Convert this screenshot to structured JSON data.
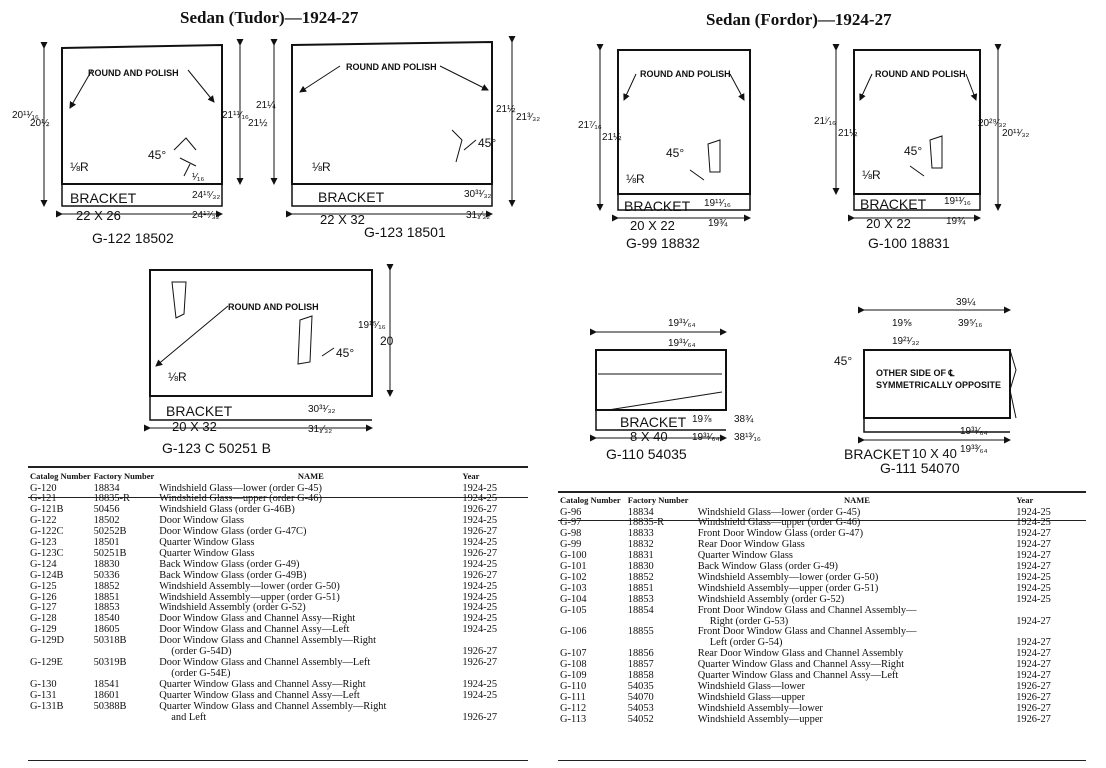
{
  "left_section": {
    "title": "Sedan (Tudor)—1924-27",
    "diagrams": [
      {
        "part_label": "G-122   18502",
        "size": "22 X 26",
        "bracket": "BRACKET",
        "dims": [
          "20¹¹⁄₁₆",
          "20½",
          "21¹¹⁄₁₆",
          "21½",
          "24¹⁵⁄₃₂",
          "24¹⁷⁄₃₂"
        ]
      },
      {
        "part_label": "G-123   18501",
        "size": "22 X 32",
        "bracket": "BRACKET",
        "dims": [
          "21¼",
          "21½",
          "21³⁄₃₂",
          "30³¹⁄₃₂",
          "31₁⁄₃₂"
        ]
      },
      {
        "part_label": "G-123 C   50251 B",
        "size": "20 X 32",
        "bracket": "BRACKET",
        "dims": [
          "19¹⁵⁄₁₆",
          "20",
          "30³¹⁄₃₂",
          "31₁⁄₃₂"
        ]
      }
    ],
    "table": {
      "headers": {
        "catalog": "Catalog Number",
        "factory": "Factory Number",
        "name": "NAME",
        "year": "Year"
      },
      "rows": [
        [
          "G-120",
          "18834",
          "Windshield Glass—lower (order G-45)",
          "1924-25"
        ],
        [
          "G-121",
          "18835-R",
          "Windshield Glass—upper (order G-46)",
          "1924-25"
        ],
        [
          "G-121B",
          "50456",
          "Windshield Glass (order G-46B)",
          "1926-27"
        ],
        [
          "G-122",
          "18502",
          "Door Window Glass",
          "1924-25"
        ],
        [
          "G-122C",
          "50252B",
          "Door Window Glass (order G-47C)",
          "1926-27"
        ],
        [
          "G-123",
          "18501",
          "Quarter Window Glass",
          "1924-25"
        ],
        [
          "G-123C",
          "50251B",
          "Quarter Window Glass",
          "1926-27"
        ],
        [
          "G-124",
          "18830",
          "Back Window Glass (order G-49)",
          "1924-25"
        ],
        [
          "G-124B",
          "50336",
          "Back Window Glass (order G-49B)",
          "1926-27"
        ],
        [
          "G-125",
          "18852",
          "Windshield Assembly—lower (order G-50)",
          "1924-25"
        ],
        [
          "G-126",
          "18851",
          "Windshield Assembly—upper (order G-51)",
          "1924-25"
        ],
        [
          "G-127",
          "18853",
          "Windshield Assembly (order G-52)",
          "1924-25"
        ],
        [
          "G-128",
          "18540",
          "Door Window Glass and Channel Assy—Right",
          "1924-25"
        ],
        [
          "G-129",
          "18605",
          "Door Window Glass and Channel Assy—Left",
          "1924-25"
        ],
        [
          "G-129D",
          "50318B",
          "Door Window Glass and Channel Assembly—Right",
          ""
        ],
        [
          "",
          "",
          "(order G-54D)",
          "1926-27"
        ],
        [
          "G-129E",
          "50319B",
          "Door Window Glass and Channel Assembly—Left",
          "1926-27"
        ],
        [
          "",
          "",
          "(order G-54E)",
          ""
        ],
        [
          "G-130",
          "18541",
          "Quarter Window Glass and Channel Assy—Right",
          "1924-25"
        ],
        [
          "G-131",
          "18601",
          "Quarter Window Glass and Channel Assy—Left",
          "1924-25"
        ],
        [
          "G-131B",
          "50388B",
          "Quarter Window Glass and Channel Assembly—Right",
          ""
        ],
        [
          "",
          "",
          "and Left",
          "1926-27"
        ]
      ]
    }
  },
  "right_section": {
    "title": "Sedan (Fordor)—1924-27",
    "diagrams": [
      {
        "part_label": "G-99   18832",
        "size": "20 X 22",
        "bracket": "BRACKET",
        "dims": [
          "21⁷⁄₁₆",
          "21½",
          "19¹¹⁄₁₆",
          "19¾"
        ]
      },
      {
        "part_label": "G-100   18831",
        "size": "20 X 22",
        "bracket": "BRACKET",
        "dims": [
          "21ⁱ⁄₁₆",
          "21½",
          "20²⁹⁄₃₂",
          "20¹¹⁄₃₂",
          "19¹¹⁄₁₆",
          "19¾"
        ]
      },
      {
        "part_label": "G-110   54035",
        "size": "8 X 40",
        "bracket": "BRACKET",
        "dims": [
          "19³¹⁄₆₄",
          "19³¹⁄₆₄",
          "19⅞",
          "19³¹⁄₆₄",
          "38¾",
          "38¹³⁄₁₆"
        ]
      },
      {
        "part_label": "G-111   54070",
        "size": "10 X 40",
        "bracket": "BRACKET",
        "note_line1": "OTHER SIDE OF ℄",
        "note_line2": "SYMMETRICALLY OPPOSITE",
        "dims": [
          "39¼",
          "19⅝",
          "39⁵⁄₁₆",
          "19²¹⁄₃₂",
          "19³¹⁄₆₄",
          "19³³⁄₆₄"
        ]
      }
    ],
    "table": {
      "headers": {
        "catalog": "Catalog Number",
        "factory": "Factory Number",
        "name": "NAME",
        "year": "Year"
      },
      "rows": [
        [
          "G-96",
          "18834",
          "Windshield Glass—lower (order G-45)",
          "1924-25"
        ],
        [
          "G-97",
          "18835-R",
          "Windshield Glass—upper (order G-46)",
          "1924-25"
        ],
        [
          "G-98",
          "18833",
          "Front Door Window Glass (order G-47)",
          "1924-27"
        ],
        [
          "G-99",
          "18832",
          "Rear Door Window Glass",
          "1924-27"
        ],
        [
          "G-100",
          "18831",
          "Quarter Window Glass",
          "1924-27"
        ],
        [
          "G-101",
          "18830",
          "Back Window Glass (order G-49)",
          "1924-27"
        ],
        [
          "G-102",
          "18852",
          "Windshield Assembly—lower (order G-50)",
          "1924-25"
        ],
        [
          "G-103",
          "18851",
          "Windshield Assembly—upper (order G-51)",
          "1924-25"
        ],
        [
          "G-104",
          "18853",
          "Windshield Assembly (order G-52)",
          "1924-25"
        ],
        [
          "G-105",
          "18854",
          "Front Door Window Glass and Channel Assembly—",
          ""
        ],
        [
          "",
          "",
          "Right (order G-53)",
          "1924-27"
        ],
        [
          "G-106",
          "18855",
          "Front Door Window Glass and Channel Assembly—",
          ""
        ],
        [
          "",
          "",
          "Left (order G-54)",
          "1924-27"
        ],
        [
          "G-107",
          "18856",
          "Rear Door Window Glass and Channel Assembly",
          "1924-27"
        ],
        [
          "G-108",
          "18857",
          "Quarter Window Glass and Channel Assy—Right",
          "1924-27"
        ],
        [
          "G-109",
          "18858",
          "Quarter Window Glass and Channel Assy—Left",
          "1924-27"
        ],
        [
          "G-110",
          "54035",
          "Windshield Glass—lower",
          "1926-27"
        ],
        [
          "G-111",
          "54070",
          "Windshield Glass—upper",
          "1926-27"
        ],
        [
          "G-112",
          "54053",
          "Windshield Assembly—lower",
          "1926-27"
        ],
        [
          "G-113",
          "54052",
          "Windshield Assembly—upper",
          "1926-27"
        ]
      ]
    }
  },
  "annotations": {
    "round_and_polish": "ROUND AND POLISH",
    "radius": "⅛R",
    "angle": "45°",
    "sixteenth": "¹⁄₁₆"
  }
}
